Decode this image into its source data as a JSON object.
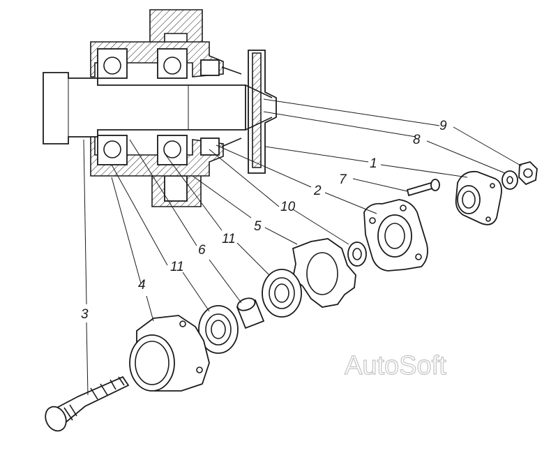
{
  "watermark": "AutoSoft",
  "callouts": [
    {
      "id": "1",
      "label": "1"
    },
    {
      "id": "2",
      "label": "2"
    },
    {
      "id": "3",
      "label": "3"
    },
    {
      "id": "4",
      "label": "4"
    },
    {
      "id": "5",
      "label": "5"
    },
    {
      "id": "6",
      "label": "6"
    },
    {
      "id": "7",
      "label": "7"
    },
    {
      "id": "8",
      "label": "8"
    },
    {
      "id": "9",
      "label": "9"
    },
    {
      "id": "10",
      "label": "10"
    },
    {
      "id": "11a",
      "label": "11"
    },
    {
      "id": "11b",
      "label": "11"
    }
  ]
}
